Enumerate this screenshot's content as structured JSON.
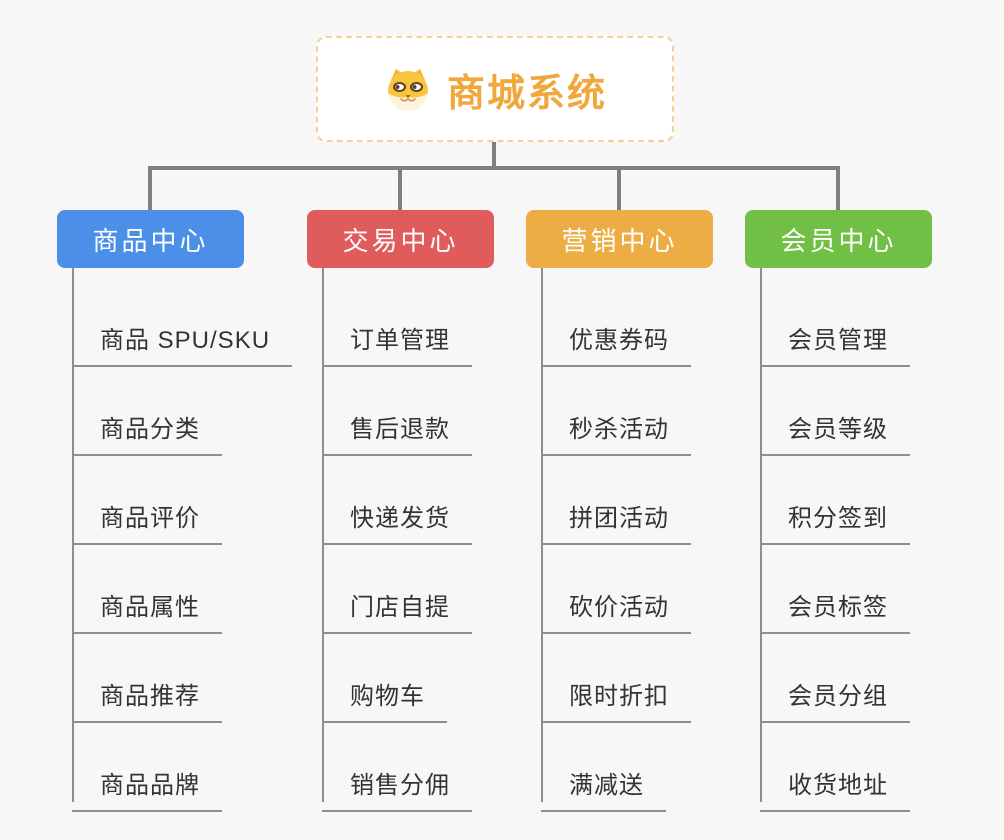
{
  "root": {
    "title": "商城系统",
    "icon": "shiba-dog-icon"
  },
  "branches": [
    {
      "label": "商品中心",
      "color": "#4b8fe9",
      "items": [
        "商品 SPU/SKU",
        "商品分类",
        "商品评价",
        "商品属性",
        "商品推荐",
        "商品品牌"
      ]
    },
    {
      "label": "交易中心",
      "color": "#e05c5c",
      "items": [
        "订单管理",
        "售后退款",
        "快递发货",
        "门店自提",
        "购物车",
        "销售分佣"
      ]
    },
    {
      "label": "营销中心",
      "color": "#ecad45",
      "items": [
        "优惠券码",
        "秒杀活动",
        "拼团活动",
        "砍价活动",
        "限时折扣",
        "满减送"
      ]
    },
    {
      "label": "会员中心",
      "color": "#72bf45",
      "items": [
        "会员管理",
        "会员等级",
        "积分签到",
        "会员标签",
        "会员分组",
        "收货地址"
      ]
    }
  ],
  "colors": {
    "canvas_background": "#f7f7f7",
    "root_border": "#f3d296",
    "root_title": "#f0a73c",
    "connector": "#7f7f7f",
    "leaf_line": "#8e8e8e",
    "leaf_text": "#333333"
  }
}
